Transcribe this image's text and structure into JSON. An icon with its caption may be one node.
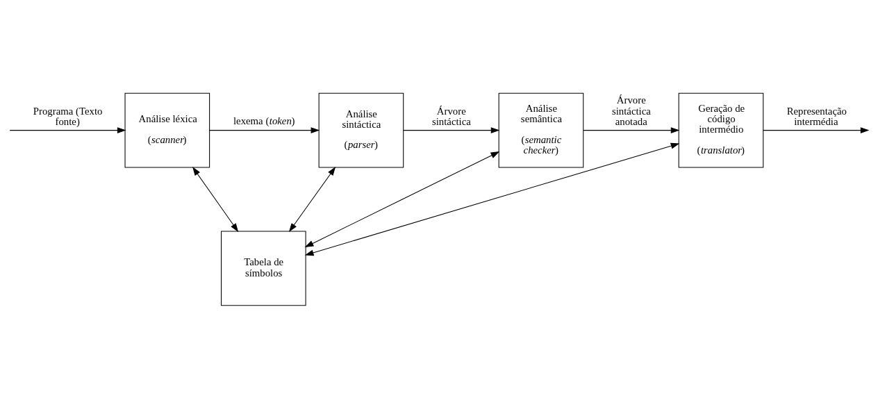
{
  "diagram": {
    "nodes": [
      {
        "text": [
          "Análise léxica",
          "(*scanner*)"
        ]
      },
      {
        "text": [
          "Análise sintáctica",
          "(*parser*)"
        ]
      },
      {
        "text": [
          "Análise semântica",
          "(*semantic checker*)"
        ]
      },
      {
        "text": [
          "Geração de código intermédio",
          "(*translator*)"
        ]
      },
      {
        "text": [
          "Tabela de símbolos"
        ]
      }
    ],
    "edges": [
      {
        "from": null,
        "to": 0,
        "arrow": "to",
        "label": "Programa (Texto fonte)"
      },
      {
        "from": 0,
        "to": 1,
        "arrow": "to",
        "label": "lexema (*token*)"
      },
      {
        "from": 1,
        "to": 2,
        "arrow": "to",
        "label": "Árvore sintáctica"
      },
      {
        "from": 2,
        "to": 3,
        "arrow": "to",
        "label": "Árvore sintáctica anotada"
      },
      {
        "from": 3,
        "to": null,
        "arrow": "to",
        "label": "Representação intermédia"
      },
      {
        "from": 0,
        "to": 4,
        "arrow": "both"
      },
      {
        "from": 1,
        "to": 4,
        "arrow": "both"
      },
      {
        "from": 2,
        "to": 4,
        "arrow": "both"
      },
      {
        "from": 3,
        "to": 4,
        "arrow": "both"
      }
    ]
  }
}
